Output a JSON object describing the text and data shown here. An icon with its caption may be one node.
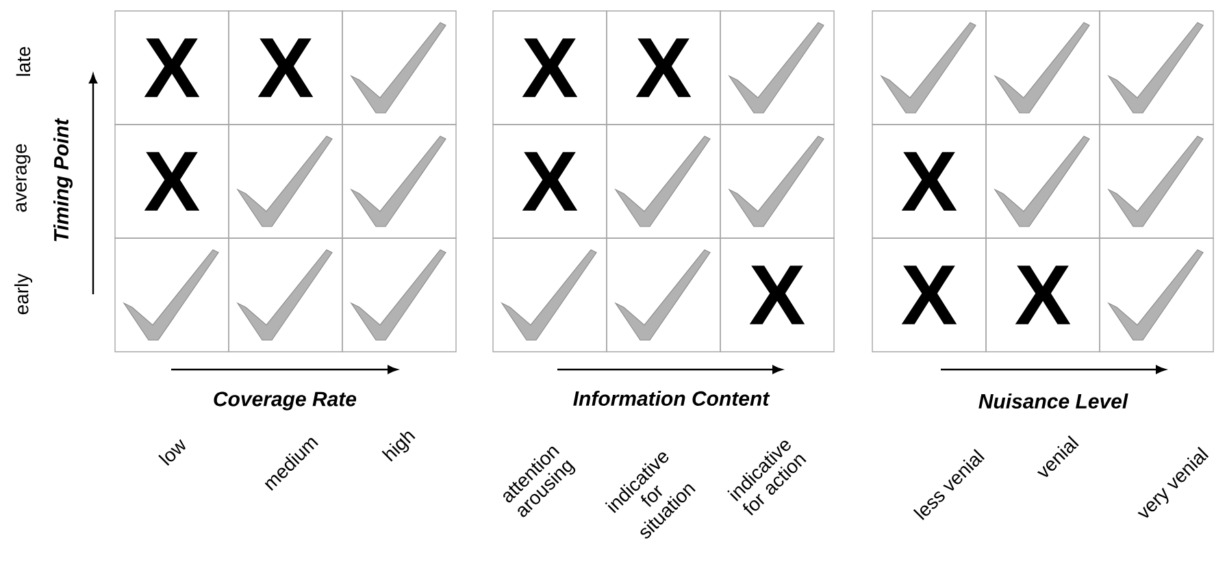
{
  "diagram": {
    "nodes": [
      {
        "text": [
          "X"
        ]
      },
      {
        "text": [
          "X"
        ]
      },
      {
        "text": [],
        "shape": "checkmark"
      },
      {
        "text": [
          "X"
        ]
      },
      {
        "text": [],
        "shape": "checkmark"
      },
      {
        "text": [],
        "shape": "checkmark"
      },
      {
        "text": [],
        "shape": "checkmark"
      },
      {
        "text": [],
        "shape": "checkmark"
      },
      {
        "text": [],
        "shape": "checkmark"
      },
      {
        "text": [
          "X"
        ]
      },
      {
        "text": [
          "X"
        ]
      },
      {
        "text": [],
        "shape": "checkmark"
      },
      {
        "text": [
          "X"
        ]
      },
      {
        "text": [],
        "shape": "checkmark"
      },
      {
        "text": [],
        "shape": "checkmark"
      },
      {
        "text": [],
        "shape": "checkmark"
      },
      {
        "text": [],
        "shape": "checkmark"
      },
      {
        "text": [
          "X"
        ]
      },
      {
        "text": [],
        "shape": "checkmark"
      },
      {
        "text": [],
        "shape": "checkmark"
      },
      {
        "text": [],
        "shape": "checkmark"
      },
      {
        "text": [
          "X"
        ]
      },
      {
        "text": [],
        "shape": "checkmark"
      },
      {
        "text": [],
        "shape": "checkmark"
      },
      {
        "text": [
          "X"
        ]
      },
      {
        "text": [
          "X"
        ]
      },
      {
        "text": [],
        "shape": "checkmark"
      }
    ],
    "labels": [
      "late",
      "average",
      "early",
      "Timing Point",
      "Coverage Rate",
      "low",
      "medium",
      "high",
      "Information Content",
      "attention arousing",
      "indicative for situation",
      "indicative for action",
      "Nuisance Level",
      "less venial",
      "venial",
      "very venial"
    ]
  }
}
